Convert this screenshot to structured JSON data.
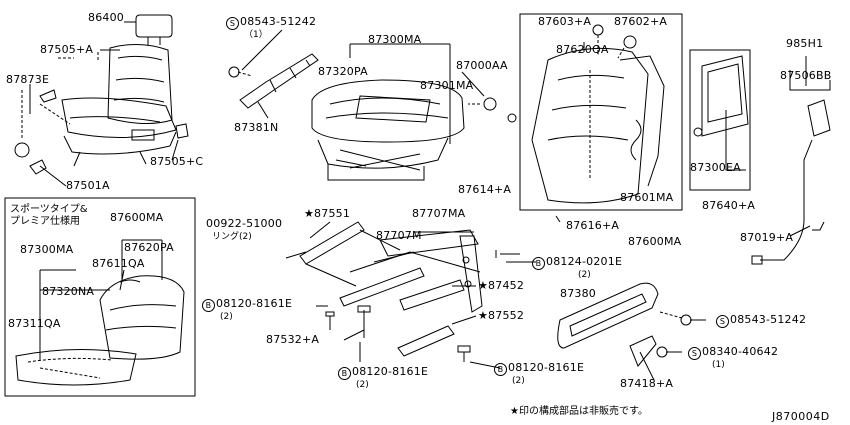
{
  "diagram_code": "J870004D",
  "footnote": "★印の構成部品は非販売です。",
  "inset": {
    "title_line1": "スポーツタイプ&",
    "title_line2": "プレミア仕様用"
  },
  "labels": {
    "p86400": "86400",
    "p87505a": "87505+A",
    "p87873e": "87873E",
    "p87505c": "87505+C",
    "p87501a": "87501A",
    "s08543a": "08543-51242",
    "s08543a_q": "（1）",
    "p87381n": "87381N",
    "p87300ma": "87300MA",
    "p87320pa": "87320PA",
    "p87000aa": "87000AA",
    "p87301ma": "87301MA",
    "p87603a": "87603+A",
    "p87602a": "87602+A",
    "p87620qa": "87620QA",
    "p985h1": "985H1",
    "p87506bb": "87506BB",
    "p87614a": "87614+A",
    "p87601ma": "87601MA",
    "p87300ea": "87300EA",
    "p87640a": "87640+A",
    "p87616a": "87616+A",
    "p87600ma_main": "87600MA",
    "p87019a": "87019+A",
    "p00922": "00922-51000",
    "p00922_sub": "リング(2)",
    "p87551": "★87551",
    "p87707ma": "87707MA",
    "p87707m": "87707M",
    "b08124": "08124-0201E",
    "b08124_q": "(2)",
    "p87452": "★87452",
    "b08120a": "08120-8161E",
    "b08120a_q": "(2)",
    "p87532a": "87532+A",
    "p87552": "★87552",
    "b08120b": "08120-8161E",
    "b08120b_q": "(2)",
    "b08120c": "08120-8161E",
    "b08120c_q": "(2)",
    "p87380": "87380",
    "s08543b": "08543-51242",
    "s08340": "08340-40642",
    "s08340_q": "(1)",
    "p87418a": "87418+A",
    "i87600ma": "87600MA",
    "i87300ma": "87300MA",
    "i87620pa": "87620PA",
    "i87611qa": "87611QA",
    "i87320na": "87320NA",
    "i87311qa": "87311QA"
  },
  "symbols": {
    "s": "S",
    "b": "B"
  }
}
